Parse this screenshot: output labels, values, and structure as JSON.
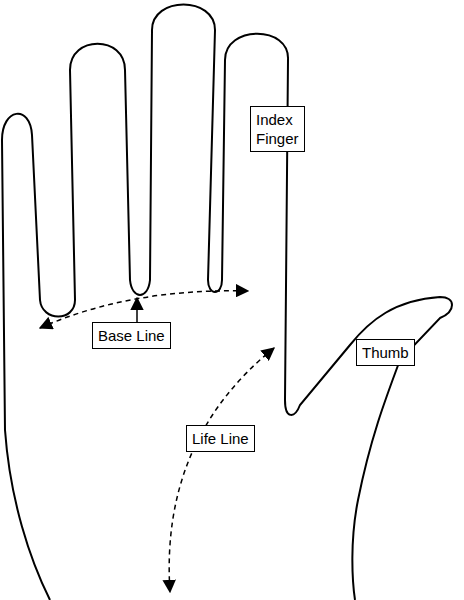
{
  "diagram": {
    "nodes": [
      {
        "text": [
          "Index Finger"
        ]
      },
      {
        "text": [
          "Base Line"
        ]
      },
      {
        "text": [
          "Thumb"
        ]
      },
      {
        "text": [
          "Life Line"
        ]
      }
    ]
  }
}
